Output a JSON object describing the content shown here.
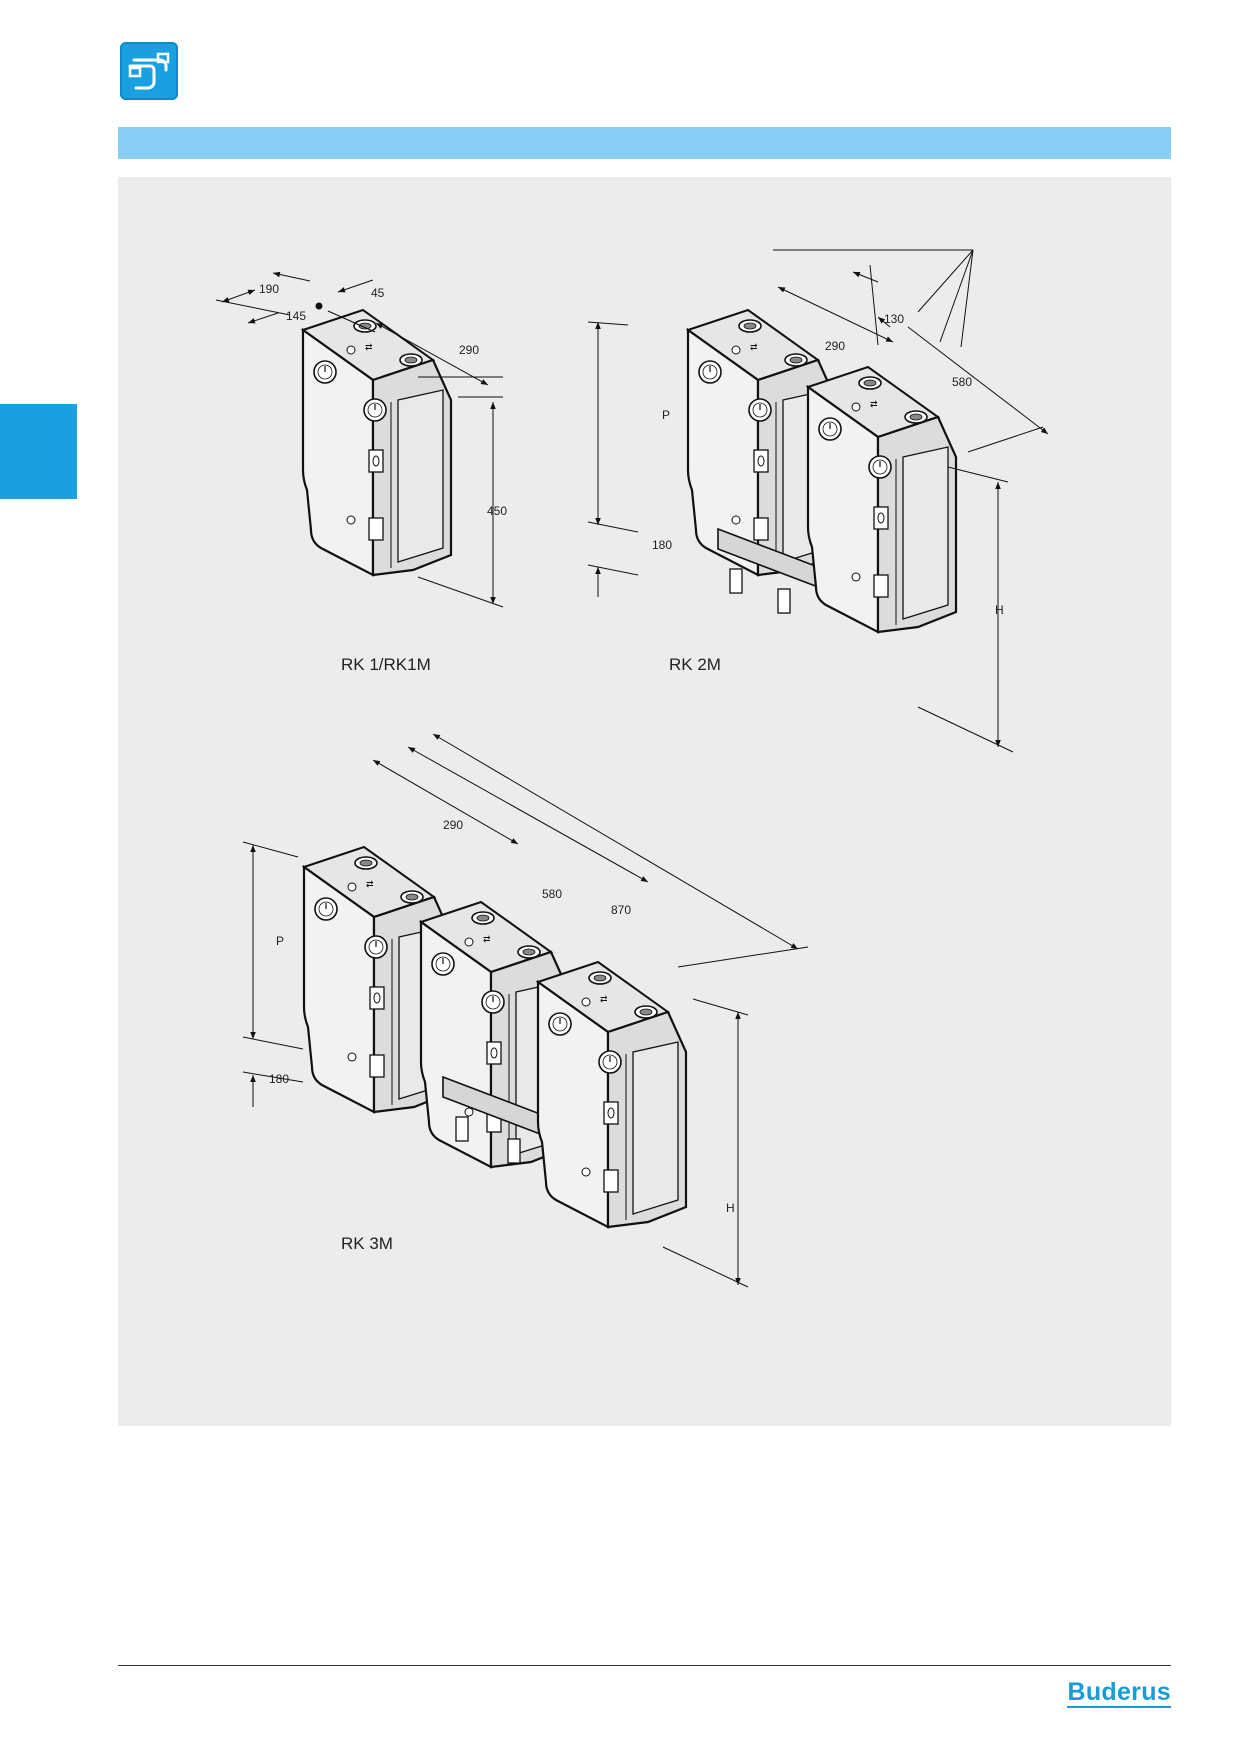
{
  "header": {
    "icon": "pipe-fitting-icon",
    "accent_color": "#18a0e0",
    "band_color": "#87cff5"
  },
  "side_tab": {
    "color": "#1aa0e2"
  },
  "diagrams": {
    "rk1": {
      "caption": "RK 1/RK1M",
      "dims": {
        "d190": "190",
        "d45": "45",
        "d145": "145",
        "d290": "290",
        "d450": "450"
      }
    },
    "rk2": {
      "caption": "RK 2M",
      "dims": {
        "d130": "130",
        "d290": "290",
        "d580": "580",
        "p": "P",
        "d180": "180",
        "h": "H"
      }
    },
    "rk3": {
      "caption": "RK 3M",
      "dims": {
        "d290": "290",
        "d580": "580",
        "d870": "870",
        "p": "P",
        "d180": "180",
        "h": "H"
      }
    }
  },
  "footer": {
    "brand": "Buderus",
    "brand_color": "#1a9ad6"
  }
}
